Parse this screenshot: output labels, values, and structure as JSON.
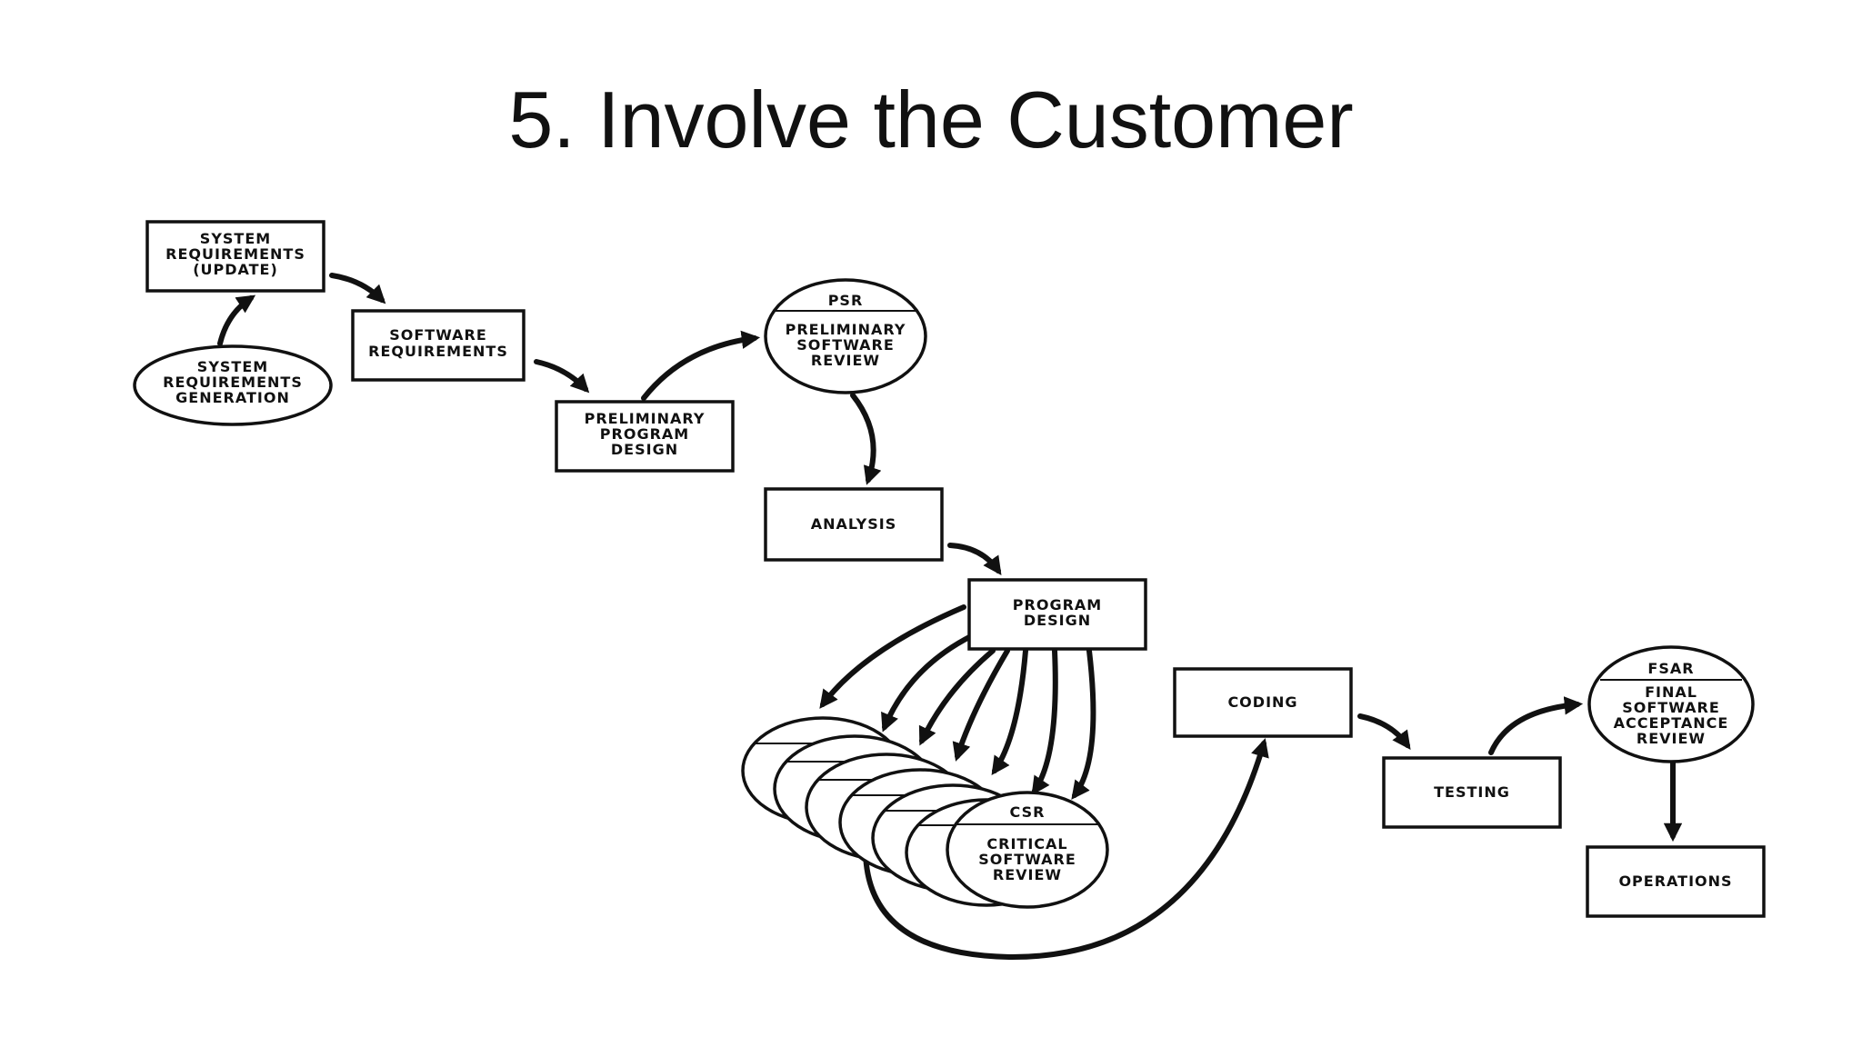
{
  "title": "5. Involve the Customer",
  "boxes": {
    "system_requirements_update": [
      "SYSTEM",
      "REQUIREMENTS",
      "(UPDATE)"
    ],
    "software_requirements": [
      "SOFTWARE",
      "REQUIREMENTS"
    ],
    "preliminary_program_design": [
      "PRELIMINARY",
      "PROGRAM",
      "DESIGN"
    ],
    "analysis": [
      "ANALYSIS"
    ],
    "program_design": [
      "PROGRAM",
      "DESIGN"
    ],
    "coding": [
      "CODING"
    ],
    "testing": [
      "TESTING"
    ],
    "operations": [
      "OPERATIONS"
    ]
  },
  "ovals": {
    "system_requirements_generation": [
      "SYSTEM",
      "REQUIREMENTS",
      "GENERATION"
    ],
    "psr": {
      "abbr": "PSR",
      "lines": [
        "PRELIMINARY",
        "SOFTWARE",
        "REVIEW"
      ]
    },
    "csr": {
      "abbr": "CSR",
      "lines": [
        "CRITICAL",
        "SOFTWARE",
        "REVIEW"
      ]
    },
    "fsar": {
      "abbr": "FSAR",
      "lines": [
        "FINAL",
        "SOFTWARE",
        "ACCEPTANCE",
        "REVIEW"
      ]
    }
  }
}
